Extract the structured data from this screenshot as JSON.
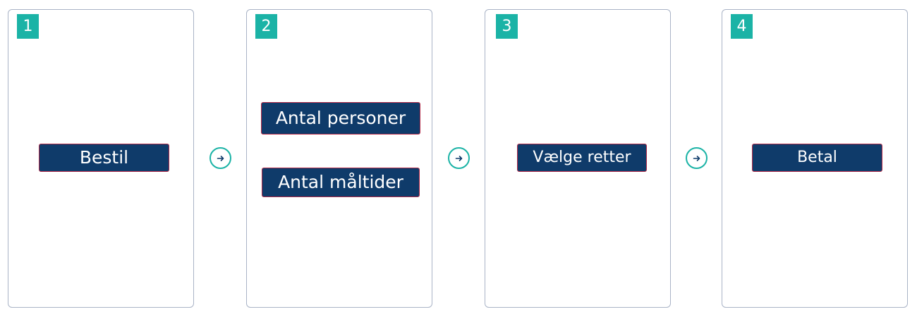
{
  "steps": [
    {
      "number": "1",
      "buttons": [
        "Bestil"
      ]
    },
    {
      "number": "2",
      "buttons": [
        "Antal personer",
        "Antal måltider"
      ]
    },
    {
      "number": "3",
      "buttons": [
        "Vælge retter"
      ]
    },
    {
      "number": "4",
      "buttons": [
        "Betal"
      ]
    }
  ],
  "arrows": {
    "icon": "arrow-right-icon",
    "count": 3
  },
  "colors": {
    "accent": "#1bb3a6",
    "button_bg": "#0f3b6a",
    "button_border": "#b12a48",
    "card_border": "#a9b3c6"
  }
}
